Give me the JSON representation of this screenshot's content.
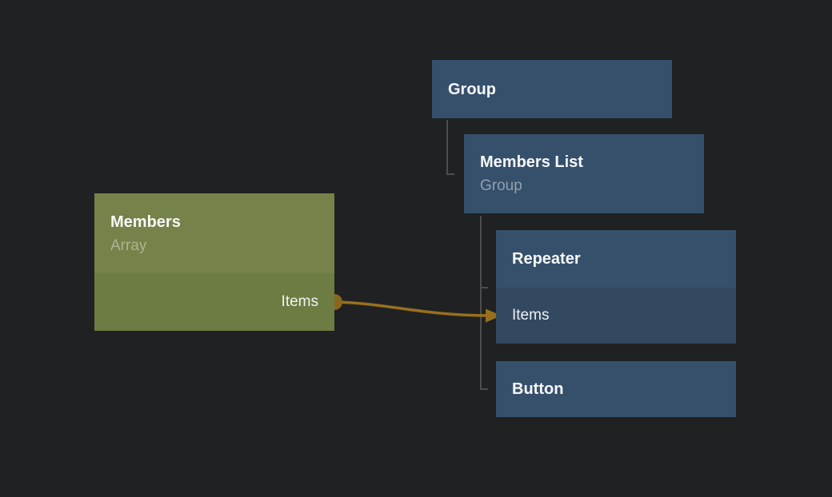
{
  "canvas": {
    "background": "#202122"
  },
  "colors": {
    "node_blue": "#36506c",
    "node_blue_row": "#32495f",
    "node_green": "#75834a",
    "node_green_row": "#6d7c43",
    "title_text": "#f7f8f9",
    "subtitle_on_blue": "#93a0ad",
    "subtitle_on_green": "#abb594",
    "tree_line": "#4d4d4d",
    "link_amber": "#97701e",
    "link_dot": "#8a671e"
  },
  "nodes": {
    "group": {
      "title": "Group"
    },
    "members_list": {
      "title": "Members List",
      "subtitle": "Group"
    },
    "repeater": {
      "title": "Repeater",
      "rows": [
        {
          "label": "Items"
        }
      ]
    },
    "button": {
      "title": "Button"
    },
    "members": {
      "title": "Members",
      "subtitle": "Array",
      "rows": [
        {
          "label": "Items"
        }
      ]
    }
  },
  "connection": {
    "from_node": "Members",
    "from_port": "Items",
    "to_node": "Repeater",
    "to_port": "Items"
  },
  "icons": {
    "port_dot": "output-port-dot",
    "arrowhead": "arrowhead-icon"
  }
}
